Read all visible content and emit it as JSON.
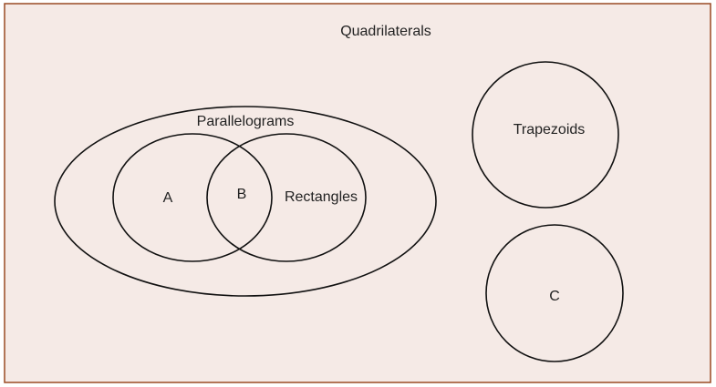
{
  "colors": {
    "background": "#f5eae6",
    "border": "#9a4a24",
    "stroke": "#111111",
    "text": "#222222"
  },
  "diagram": {
    "title": "Quadrilaterals",
    "sets": {
      "parallelograms": "Parallelograms",
      "region_a": "A",
      "region_b": "B",
      "rectangles": "Rectangles",
      "trapezoids": "Trapezoids",
      "region_c": "C"
    }
  }
}
